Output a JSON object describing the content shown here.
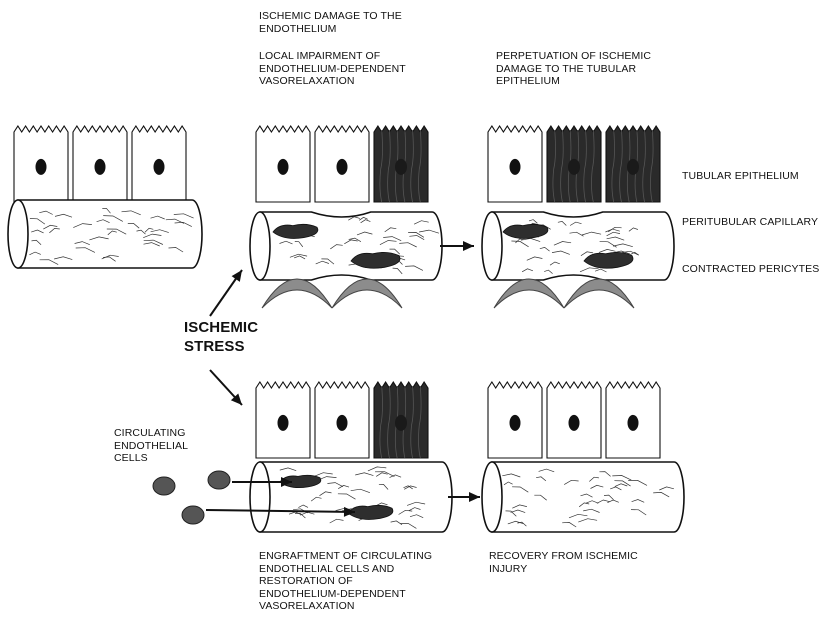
{
  "labels": {
    "top_caption_1": "ISCHEMIC DAMAGE TO THE\nENDOTHELIUM",
    "top_caption_2": "LOCAL IMPAIRMENT OF\nENDOTHELIUM-DEPENDENT\nVASORELAXATION",
    "top_right_caption": "PERPETUATION OF ISCHEMIC\nDAMAGE TO THE TUBULAR\nEPITHELIUM",
    "legend_tubular": "TUBULAR EPITHELIUM",
    "legend_capillary": "PERITUBULAR CAPILLARY",
    "legend_pericytes": "CONTRACTED PERICYTES",
    "stress": "ISCHEMIC\nSTRESS",
    "circulating": "CIRCULATING\nENDOTHELIAL\nCELLS",
    "bottom_caption_left": "ENGRAFTMENT OF CIRCULATING\nENDOTHELIAL CELLS AND\nRESTORATION OF\nENDOTHELIUM-DEPENDENT\nVASORELAXATION",
    "bottom_caption_right": "RECOVERY FROM ISCHEMIC\nINJURY"
  },
  "colors": {
    "ink": "#111111",
    "damaged_cell": "#2a2a2a",
    "nucleus": "#111111",
    "pericyte": "#8c8c8c",
    "endothelial_cell": "#555555"
  }
}
